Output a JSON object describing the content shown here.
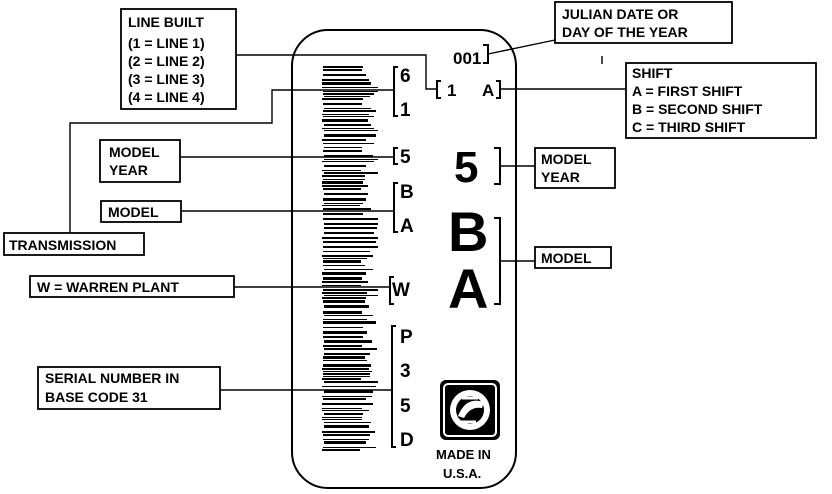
{
  "callouts": {
    "line_built": {
      "title": "LINE BUILT",
      "lines": [
        "(1  =  LINE 1)",
        "(2  =  LINE 2)",
        "(3  =  LINE 3)",
        "(4  =  LINE 4)"
      ]
    },
    "julian_date": {
      "line1": "JULIAN DATE OR",
      "line2": "DAY OF THE YEAR"
    },
    "shift": {
      "title": "SHIFT",
      "lines": [
        "A  =  FIRST SHIFT",
        "B  =  SECOND SHIFT",
        "C  =  THIRD SHIFT"
      ]
    },
    "model_year_left": {
      "line1": "MODEL",
      "line2": "YEAR"
    },
    "model_year_right": {
      "line1": "MODEL",
      "line2": "YEAR"
    },
    "model_left": "MODEL",
    "model_right": "MODEL",
    "transmission": "TRANSMISSION",
    "warren_plant": "W  =  WARREN PLANT",
    "serial": {
      "line1": "SERIAL NUMBER IN",
      "line2": "BASE CODE 31"
    }
  },
  "label": {
    "julian_code": "001",
    "line_code": "1",
    "shift_code": "A",
    "side_chars": [
      "6",
      "1",
      "5",
      "B",
      "A",
      "W",
      "P",
      "3",
      "5",
      "D"
    ],
    "big_year": "5",
    "big_model": [
      "B",
      "A"
    ],
    "made_in": [
      "MADE IN",
      "U.S.A."
    ],
    "logo": "manufacturer-logo-icon"
  }
}
